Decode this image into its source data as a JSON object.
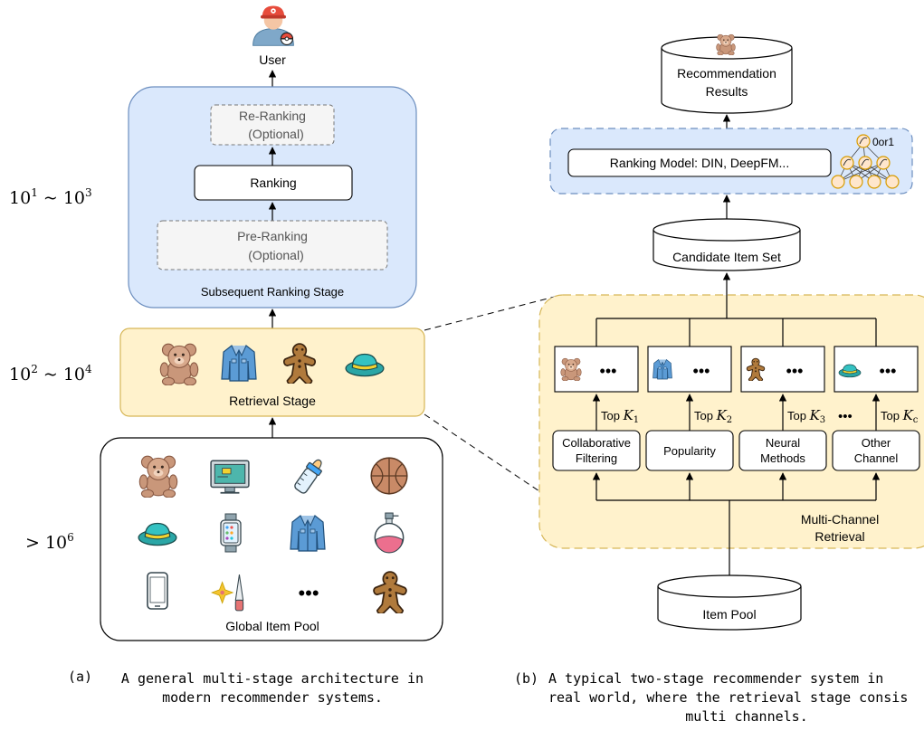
{
  "left": {
    "user_label": "User",
    "ranking_stage": {
      "rerank_line1": "Re-Ranking",
      "rerank_line2": "(Optional)",
      "ranking": "Ranking",
      "prerank_line1": "Pre-Ranking",
      "prerank_line2": "(Optional)",
      "title": "Subsequent Ranking Stage"
    },
    "retrieval_stage": {
      "title": "Retrieval Stage"
    },
    "item_pool": {
      "title": "Global Item Pool",
      "ellipsis": "•••"
    },
    "scales": {
      "ranking": "10",
      "ranking_sup1": "1",
      "ranking_mid": " ~ 10",
      "ranking_sup2": "3",
      "retrieval": "10",
      "retrieval_sup1": "2",
      "retrieval_mid": " ~ 10",
      "retrieval_sup2": "4",
      "pool": "> 10",
      "pool_sup": "6"
    },
    "caption_tag": "(a)",
    "caption_line1": "A general multi-stage architecture in",
    "caption_line2": "modern recommender systems."
  },
  "right": {
    "results_line1": "Recommendation",
    "results_line2": "Results",
    "ranking_model": "Ranking Model: DIN, DeepFM...",
    "output_label": "0or1",
    "candidate_set": "Candidate Item Set",
    "item_pool": "Item Pool",
    "multichannel_line1": "Multi-Channel",
    "multichannel_line2": "Retrieval",
    "ellipsis": "•••",
    "top_prefix": "Top ",
    "channels": [
      {
        "line1": "Collaborative",
        "line2": "Filtering",
        "k": "K",
        "sub": "1"
      },
      {
        "line1": "Popularity",
        "line2": "",
        "k": "K",
        "sub": "2"
      },
      {
        "line1": "Neural",
        "line2": "Methods",
        "k": "K",
        "sub": "3"
      },
      {
        "line1": "Other",
        "line2": "Channel",
        "k": "K",
        "sub": "c"
      }
    ],
    "caption_tag": "(b)",
    "caption_line1": "A typical two-stage recommender system in",
    "caption_line2": "real world, where the retrieval stage consis",
    "caption_line3": "multi channels."
  },
  "colors": {
    "ranking_stage_fill": "#dae8fc",
    "ranking_stage_stroke": "#6c8ebf",
    "retrieval_fill": "#fff2cc",
    "retrieval_stroke": "#d6b656",
    "optional_fill": "#f5f5f5",
    "neuron_fill": "#ffe6cc",
    "neuron_stroke": "#d79b00"
  },
  "icons": [
    "user-icon",
    "teddy-bear-icon",
    "denim-jacket-icon",
    "gingerbread-man-icon",
    "hat-icon",
    "monitor-icon",
    "baby-bottle-icon",
    "basketball-icon",
    "smartwatch-icon",
    "perfume-icon",
    "smartphone-icon",
    "flower-knife-icon"
  ]
}
